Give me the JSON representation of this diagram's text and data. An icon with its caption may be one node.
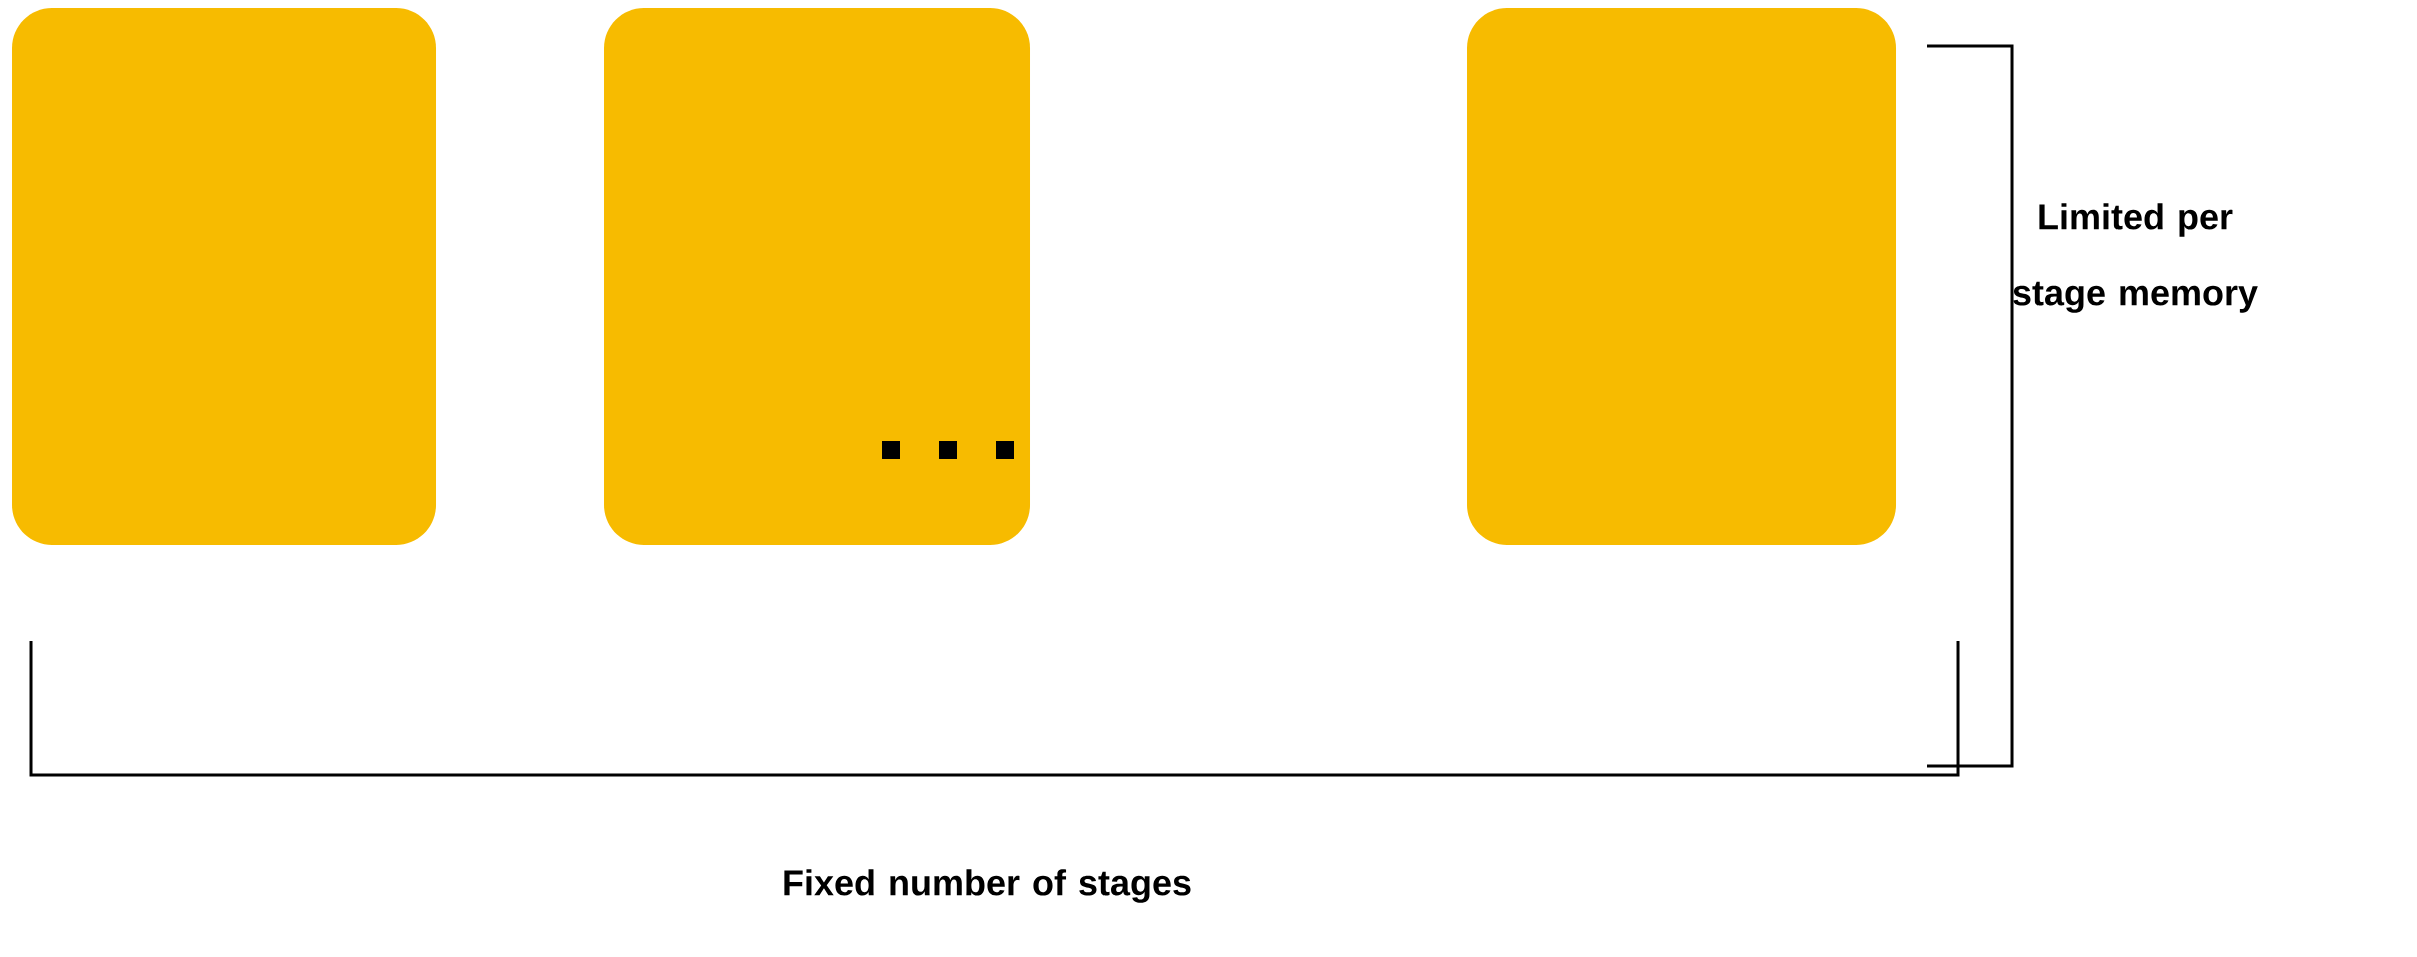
{
  "diagram": {
    "nodes": [
      {
        "text": [],
        "shape": "box"
      },
      {
        "text": [],
        "shape": "box"
      },
      {
        "text": [],
        "shape": "box"
      }
    ],
    "labels": [
      "Limited per stage memory",
      "Fixed number of stages"
    ]
  }
}
